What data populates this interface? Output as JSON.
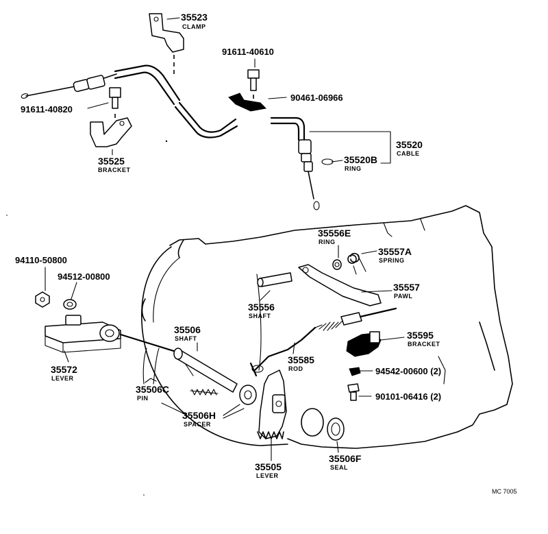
{
  "diagram": {
    "code": "MC 7005",
    "parts": {
      "p35523": {
        "number": "35523",
        "name": "CLAMP"
      },
      "p91611_40610": {
        "number": "91611-40610"
      },
      "p91611_40820": {
        "number": "91611-40820"
      },
      "p90461_06966": {
        "number": "90461-06966"
      },
      "p35525": {
        "number": "35525",
        "name": "BRACKET"
      },
      "p35520": {
        "number": "35520",
        "name": "CABLE"
      },
      "p35520B": {
        "number": "35520B",
        "name": "RING"
      },
      "p35556E": {
        "number": "35556E",
        "name": "RING"
      },
      "p35557A": {
        "number": "35557A",
        "name": "SPRING"
      },
      "p94110_50800": {
        "number": "94110-50800"
      },
      "p94512_00800": {
        "number": "94512-00800"
      },
      "p35557": {
        "number": "35557",
        "name": "PAWL"
      },
      "p35556": {
        "number": "35556",
        "name": "SHAFT"
      },
      "p35506": {
        "number": "35506",
        "name": "SHAFT"
      },
      "p35595": {
        "number": "35595",
        "name": "BRACKET"
      },
      "p35572": {
        "number": "35572",
        "name": "LEVER"
      },
      "p35585": {
        "number": "35585",
        "name": "ROD"
      },
      "p94542_00600": {
        "number": "94542-00600 (2)"
      },
      "p35506C": {
        "number": "35506C",
        "name": "PIN"
      },
      "p90101_06416": {
        "number": "90101-06416 (2)"
      },
      "p35506H": {
        "number": "35506H",
        "name": "SPACER"
      },
      "p35505": {
        "number": "35505",
        "name": "LEVER"
      },
      "p35506F": {
        "number": "35506F",
        "name": "SEAL"
      }
    }
  }
}
